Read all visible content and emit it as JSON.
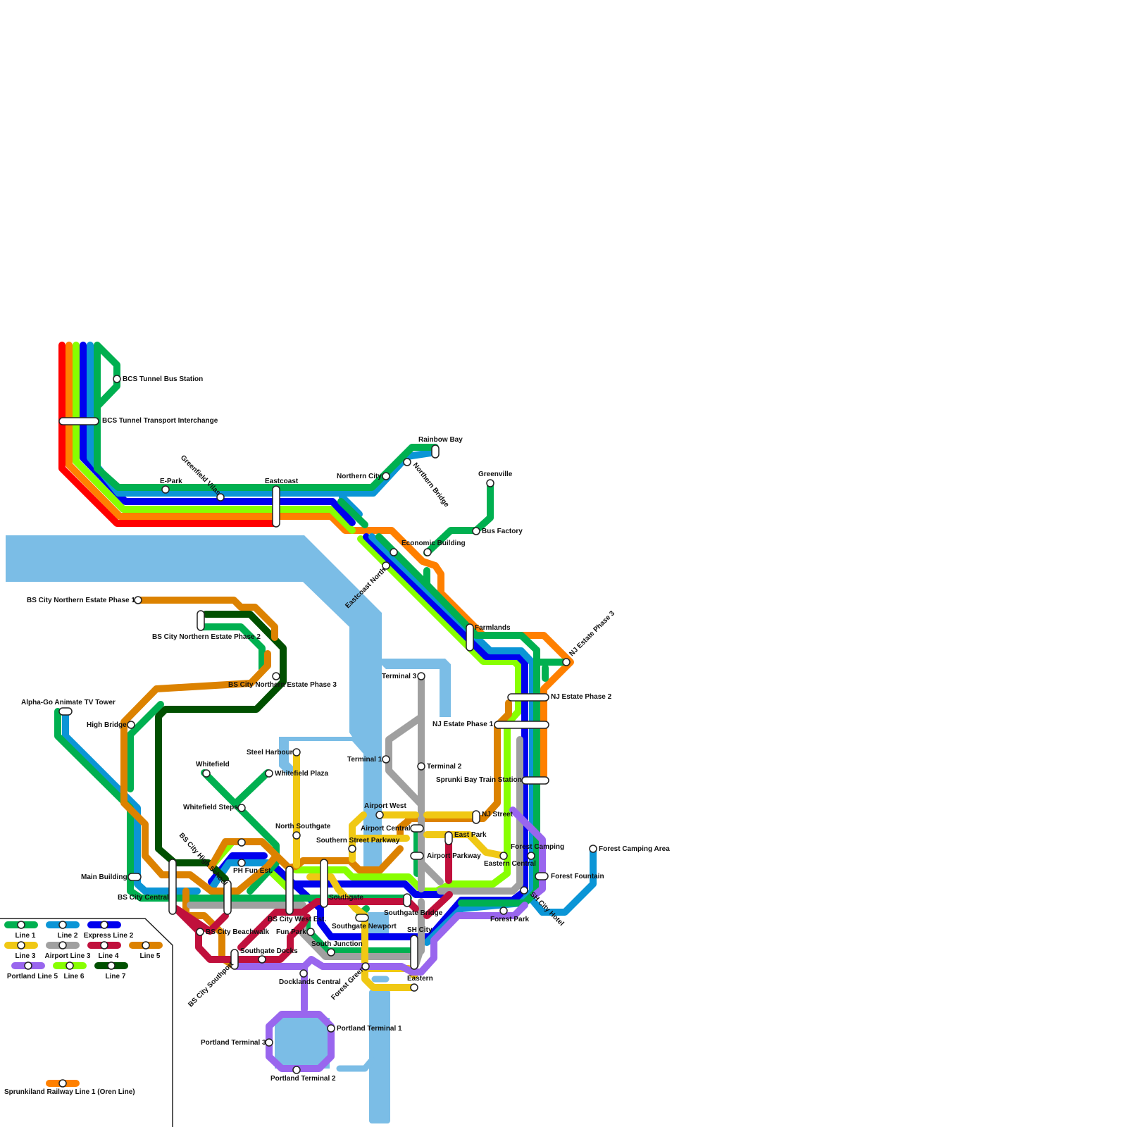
{
  "colors": {
    "line1": "#00b050",
    "line2": "#0b95d6",
    "express2": "#0000ee",
    "line3": "#f0c814",
    "airport3": "#a0a0a0",
    "line4": "#c0103c",
    "line5": "#dc8200",
    "portland5": "#9966ee",
    "line6": "#88ff00",
    "line7": "#005000",
    "oren": "#ff8000",
    "red": "#ff0000",
    "water": "#7bbde6"
  },
  "stations": {
    "bcs_tunnel_bus": "BCS Tunnel Bus Station",
    "bcs_tunnel_interchange": "BCS Tunnel Transport Interchange",
    "e_park": "E-Park",
    "greenfield_vilas": "Greenfield Vilas",
    "eastcoast": "Eastcoast",
    "northern_city": "Northern City",
    "rainbow_bay": "Rainbow Bay",
    "northern_bridge": "Northern Bridge",
    "greenville": "Greenville",
    "bus_factory": "Bus Factory",
    "economic_building": "Economic Building",
    "eastcoast_north": "Eastcoast North",
    "farmlands": "Farmlands",
    "nj_estate_3": "NJ Estate Phase 3",
    "nj_estate_2": "NJ Estate Phase 2",
    "nj_estate_1": "NJ Estate Phase 1",
    "sprunki_bay": "Sprunki Bay Train Station",
    "nj_street": "NJ Street",
    "east_park": "East Park",
    "forest_camping": "Forest Camping",
    "eastern_central": "Eastern Central",
    "forest_camping_area": "Forest Camping Area",
    "forest_fountain": "Forest Fountain",
    "sh_city_hotel": "SH City Hotel",
    "forest_park": "Forest Park",
    "terminal_3": "Terminal 3",
    "terminal_1": "Terminal 1",
    "terminal_2": "Terminal 2",
    "airport_west": "Airport West",
    "airport_central": "Airport Central",
    "southern_street_parkway": "Southern Street Parkway",
    "airport_parkway": "Airport Parkway",
    "southgate": "Southgate",
    "southgate_bridge": "Southgate Bridge",
    "southgate_newport": "Southgate Newport",
    "sh_city": "SH City",
    "eastern": "Eastern",
    "bsc_ne1": "BS City Northern Estate Phase 1",
    "bsc_ne2": "BS City Northern Estate Phase 2",
    "bsc_ne3": "BS City Northern Estate Phase 3",
    "alpha_go": "Alpha-Go Animate TV Tower",
    "high_bridge": "High Bridge",
    "whitefield": "Whitefield",
    "whitefield_plaza": "Whitefield Plaza",
    "whitefield_steps": "Whitefield Steps",
    "steel_harbour": "Steel Harbour",
    "north_southgate": "North Southgate",
    "bs_city_high_school": "BS City High School",
    "ph_fun_est": "PH Fun Est.",
    "main_building": "Main Building",
    "bs_city_central": "BS City Central",
    "bs_city_west_est": "BS City West Est.",
    "bs_city_beachwalk": "BS City Beachwalk",
    "fun_park": "Fun Park",
    "south_junction": "South Junction",
    "southgate_docks": "Southgate Docks",
    "bs_city_southport": "BS City Southport",
    "docklands_central": "Docklands Central",
    "forest_green": "Forest Green",
    "portland_t1": "Portland Terminal 1",
    "portland_t2": "Portland Terminal 2",
    "portland_t3": "Portland Terminal 3"
  },
  "legend": {
    "items": [
      {
        "label": "Line 1",
        "color": "#00b050"
      },
      {
        "label": "Line 2",
        "color": "#0b95d6"
      },
      {
        "label": "Express Line 2",
        "color": "#0000ee"
      },
      {
        "label": "Line 3",
        "color": "#f0c814"
      },
      {
        "label": "Airport Line 3",
        "color": "#a0a0a0"
      },
      {
        "label": "Line 4",
        "color": "#c0103c"
      },
      {
        "label": "Line 5",
        "color": "#dc8200"
      },
      {
        "label": "Portland Line 5",
        "color": "#9966ee"
      },
      {
        "label": "Line 6",
        "color": "#88ff00"
      },
      {
        "label": "Line 7",
        "color": "#005000"
      }
    ],
    "railway": {
      "label": "Sprunkiland Railway Line 1 (Oren Line)",
      "color": "#ff8000"
    }
  }
}
